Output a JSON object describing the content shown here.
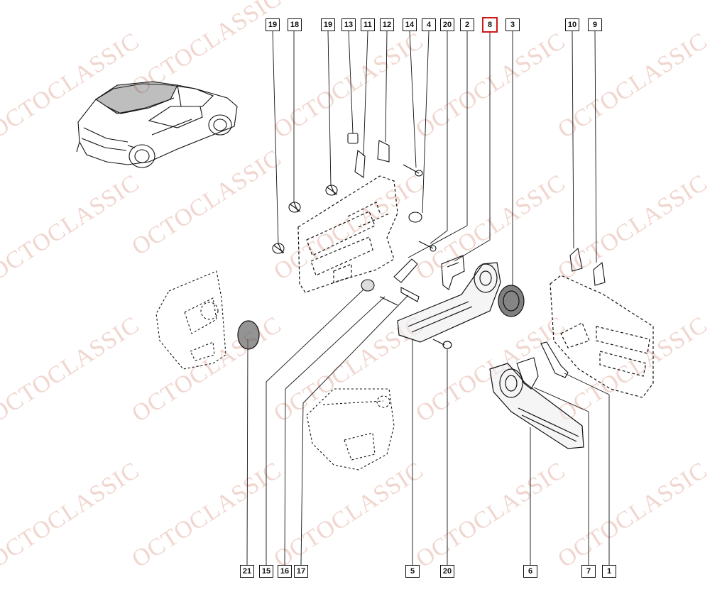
{
  "watermark": {
    "text": "OCTOCLASSIC",
    "color": "#cd785f"
  },
  "callouts_top": [
    "19",
    "18",
    "19",
    "13",
    "11",
    "12",
    "14",
    "4",
    "20",
    "2",
    "8",
    "3",
    "10",
    "9"
  ],
  "callouts_bottom": [
    "21",
    "15",
    "16",
    "17",
    "5",
    "20",
    "6",
    "7",
    "1"
  ],
  "highlight": {
    "label": "8",
    "color": "#d01818"
  }
}
